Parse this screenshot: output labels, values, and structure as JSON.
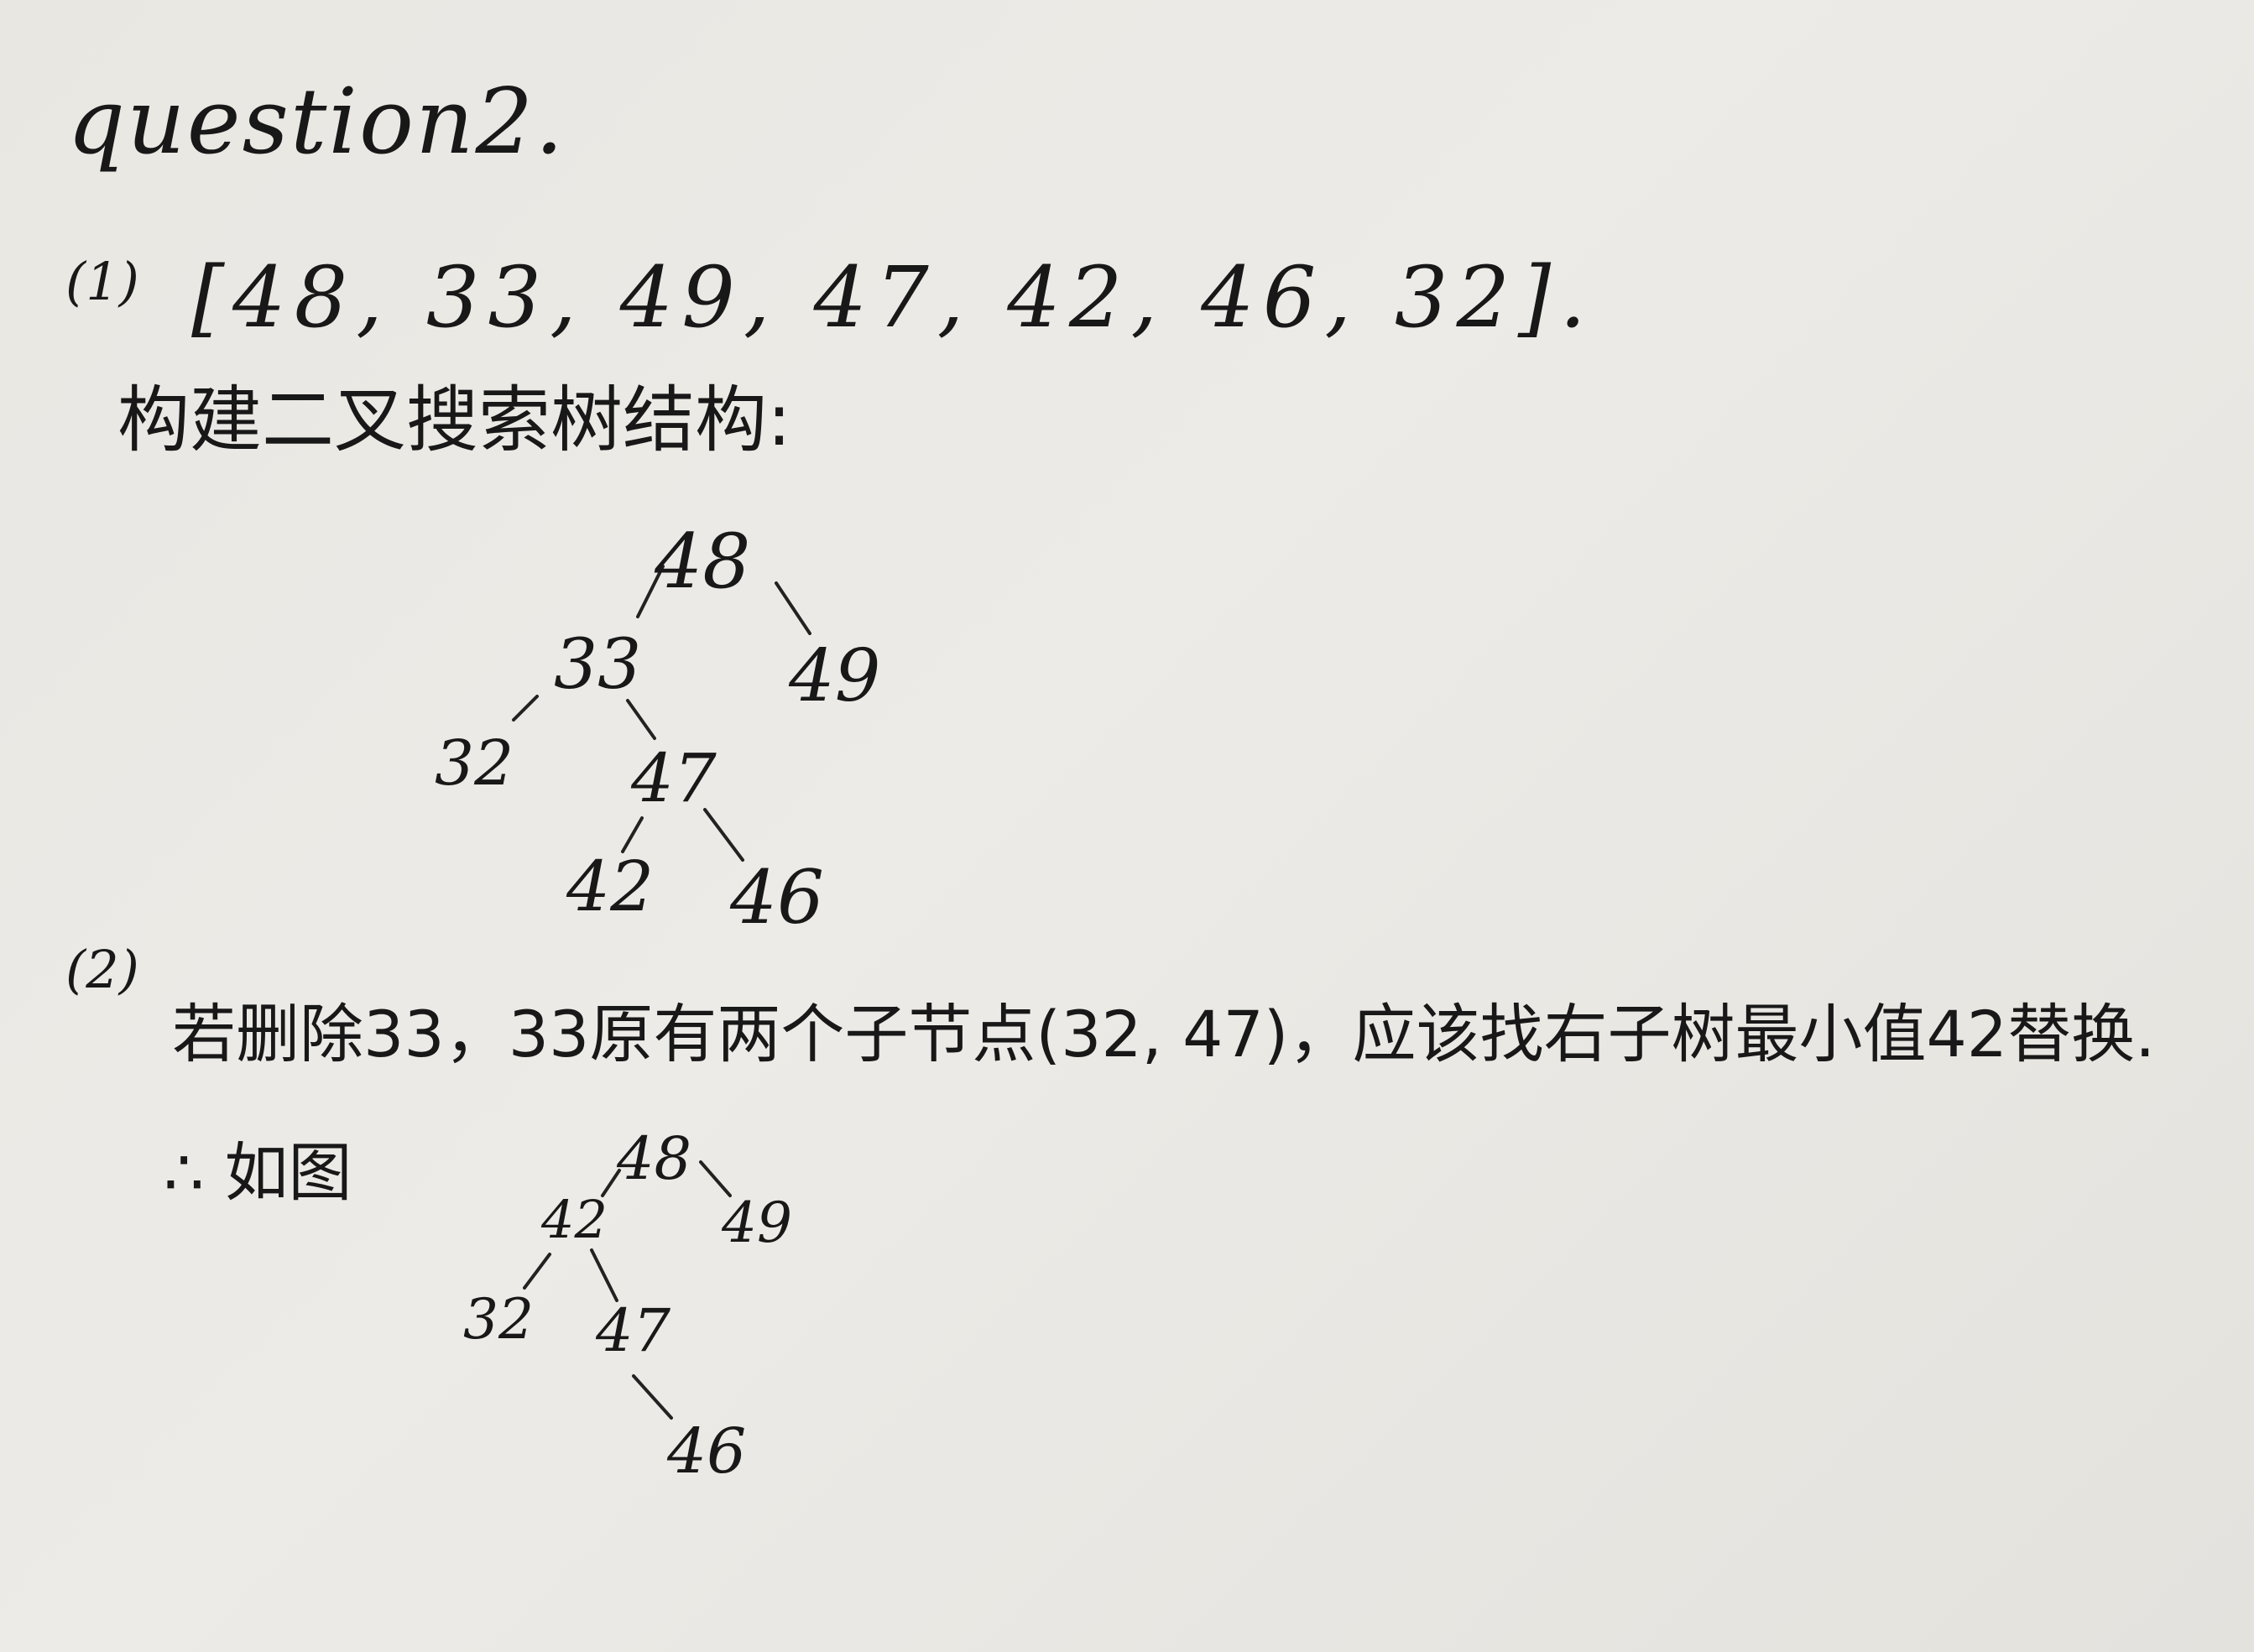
{
  "heading": "question2.",
  "part1": {
    "label": "(1)",
    "sequence": "[48, 33, 49, 47, 42, 46, 32].",
    "caption": "构建二叉搜索树结构:"
  },
  "tree1": {
    "nodes": {
      "root": "48",
      "n33": "33",
      "n49": "49",
      "n32": "32",
      "n47": "47",
      "n42": "42",
      "n46": "46"
    }
  },
  "part2": {
    "label": "(2)",
    "explanation": "若删除33，33原有两个子节点(32, 47)，应该找右子树最小值42替换.",
    "conclusion": "∴ 如图"
  },
  "tree2": {
    "nodes": {
      "root": "48",
      "n42": "42",
      "n49": "49",
      "n32": "32",
      "n47": "47",
      "n46": "46"
    }
  }
}
